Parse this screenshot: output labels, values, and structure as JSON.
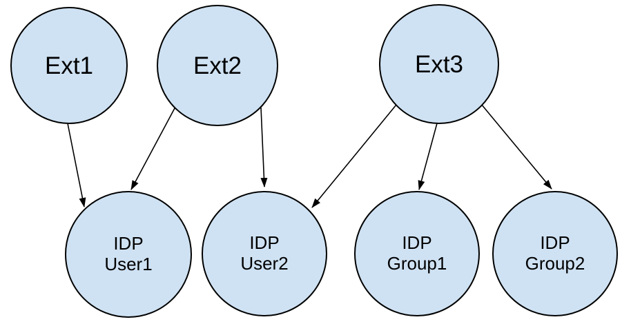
{
  "diagram": {
    "type": "graph",
    "background": "#ffffff",
    "node_fill": "#cfe2f3",
    "node_stroke": "#000000",
    "edge_color": "#000000",
    "nodes": {
      "ext1": {
        "label": "Ext1"
      },
      "ext2": {
        "label": "Ext2"
      },
      "ext3": {
        "label": "Ext3"
      },
      "idp_user1": {
        "label": "IDP User1",
        "line1": "IDP",
        "line2": "User1"
      },
      "idp_user2": {
        "label": "IDP User2",
        "line1": "IDP",
        "line2": "User2"
      },
      "idp_group1": {
        "label": "IDP Group1",
        "line1": "IDP",
        "line2": "Group1"
      },
      "idp_group2": {
        "label": "IDP Group2",
        "line1": "IDP",
        "line2": "Group2"
      }
    },
    "edges": [
      {
        "from": "Ext1",
        "to": "IDP User1"
      },
      {
        "from": "Ext2",
        "to": "IDP User1"
      },
      {
        "from": "Ext2",
        "to": "IDP User2"
      },
      {
        "from": "Ext3",
        "to": "IDP User2"
      },
      {
        "from": "Ext3",
        "to": "IDP Group1"
      },
      {
        "from": "Ext3",
        "to": "IDP Group2"
      }
    ]
  }
}
